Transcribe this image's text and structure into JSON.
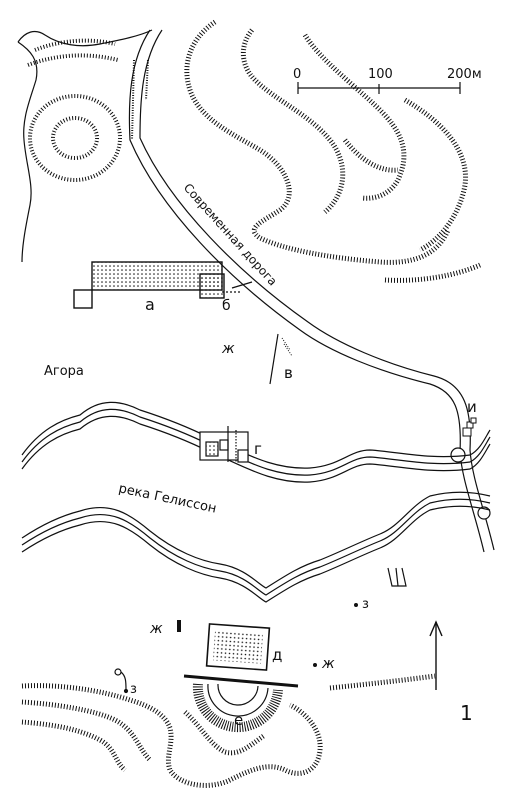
{
  "colors": {
    "ink": "#111111",
    "paper": "#ffffff"
  },
  "scale_bar": {
    "ticks": [
      "0",
      "100",
      "200м"
    ]
  },
  "labels": {
    "road": "Современная дорога",
    "agora": "Агора",
    "river": "река Гелиссон",
    "a": "а",
    "b": "б",
    "v": "в",
    "g": "г",
    "d": "д",
    "e": "е",
    "zh1": "ж",
    "zh2": "ж",
    "zh3": "ж",
    "z1": "з",
    "z2": "з",
    "i": "и",
    "figure_number": "1"
  },
  "icons": {
    "north_arrow": "north-arrow-icon"
  }
}
